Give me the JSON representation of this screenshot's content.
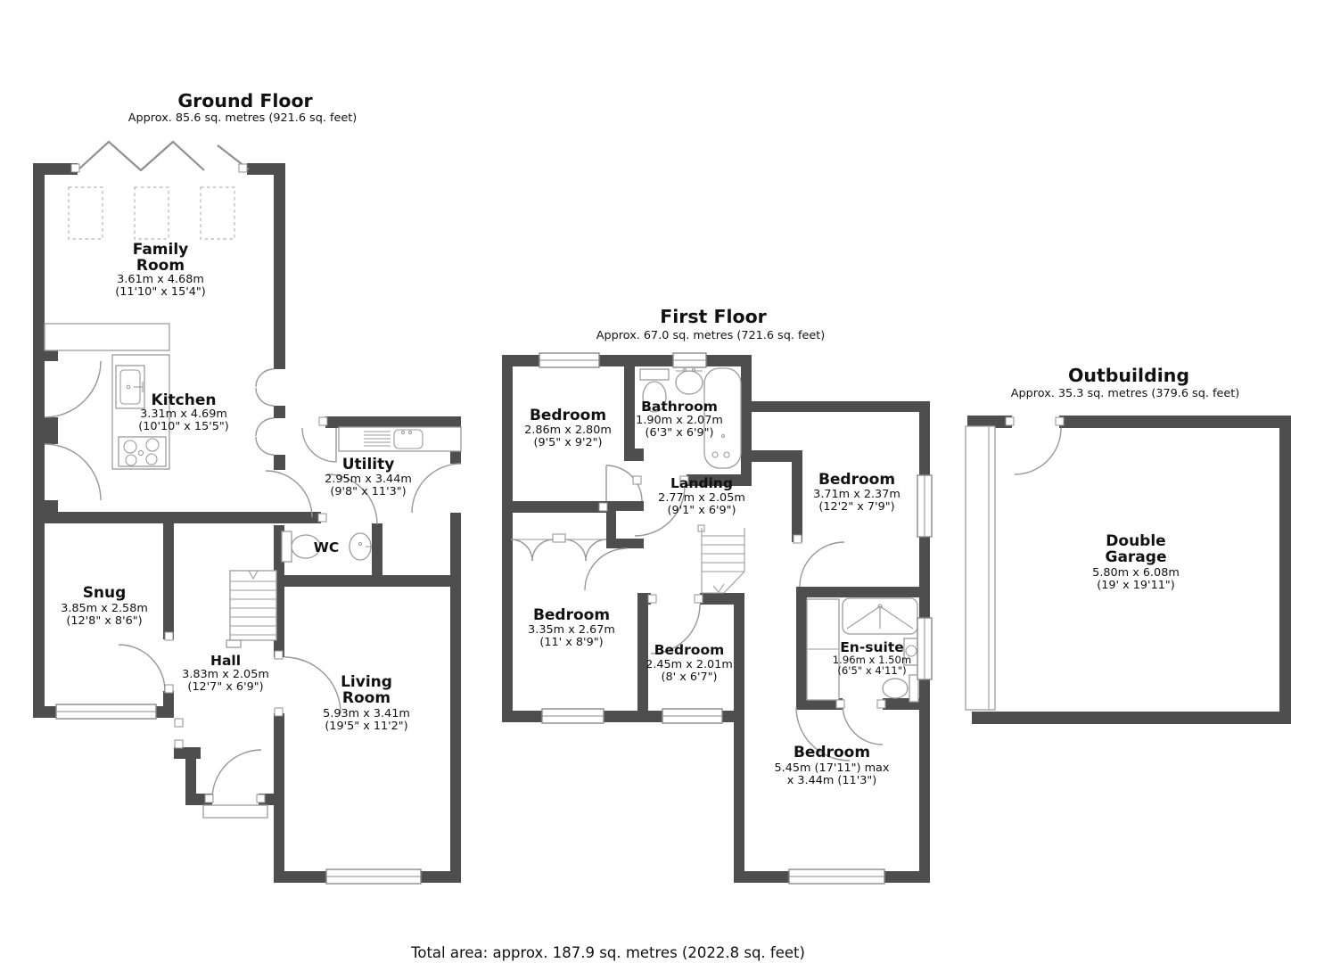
{
  "page": {
    "background": "#ffffff",
    "wall_color": "#4e4e4e",
    "total_label": "Total area: approx. 187.9 sq. metres (2022.8 sq. feet)"
  },
  "floors": [
    {
      "title": "Ground Floor",
      "subtitle": "Approx. 85.6 sq. metres (921.6 sq. feet)",
      "rooms": [
        {
          "id": "family-room",
          "name": "Family",
          "name2": "Room",
          "metric": "3.61m x 4.68m",
          "imperial": "(11'10\" x 15'4\")"
        },
        {
          "id": "kitchen",
          "name": "Kitchen",
          "metric": "3.31m x 4.69m",
          "imperial": "(10'10\" x 15'5\")"
        },
        {
          "id": "utility",
          "name": "Utility",
          "metric": "2.95m x 3.44m",
          "imperial": "(9'8\" x 11'3\")"
        },
        {
          "id": "wc",
          "name": "WC"
        },
        {
          "id": "snug",
          "name": "Snug",
          "metric": "3.85m x 2.58m",
          "imperial": "(12'8\" x 8'6\")"
        },
        {
          "id": "hall",
          "name": "Hall",
          "metric": "3.83m x 2.05m",
          "imperial": "(12'7\" x 6'9\")"
        },
        {
          "id": "living-room",
          "name": "Living",
          "name2": "Room",
          "metric": "5.93m x 3.41m",
          "imperial": "(19'5\" x 11'2\")"
        }
      ]
    },
    {
      "title": "First Floor",
      "subtitle": "Approx. 67.0 sq. metres (721.6 sq. feet)",
      "rooms": [
        {
          "id": "bedroom-1",
          "name": "Bedroom",
          "metric": "2.86m x 2.80m",
          "imperial": "(9'5\" x 9'2\")"
        },
        {
          "id": "bathroom",
          "name": "Bathroom",
          "metric": "1.90m x 2.07m",
          "imperial": "(6'3\" x 6'9\")"
        },
        {
          "id": "landing",
          "name": "Landing",
          "metric": "2.77m x 2.05m",
          "imperial": "(9'1\" x 6'9\")"
        },
        {
          "id": "bedroom-2",
          "name": "Bedroom",
          "metric": "3.71m x 2.37m",
          "imperial": "(12'2\" x 7'9\")"
        },
        {
          "id": "bedroom-3",
          "name": "Bedroom",
          "metric": "3.35m x 2.67m",
          "imperial": "(11' x 8'9\")"
        },
        {
          "id": "bedroom-4",
          "name": "Bedroom",
          "metric": "2.45m x 2.01m",
          "imperial": "(8' x 6'7\")"
        },
        {
          "id": "en-suite",
          "name": "En-suite",
          "metric": "1.96m x 1.50m",
          "imperial": "(6'5\" x 4'11\")"
        },
        {
          "id": "bedroom-5",
          "name": "Bedroom",
          "metric": "5.45m (17'11\") max",
          "imperial": "x 3.44m (11'3\")"
        }
      ]
    },
    {
      "title": "Outbuilding",
      "subtitle": "Approx. 35.3 sq. metres (379.6 sq. feet)",
      "rooms": [
        {
          "id": "double-garage",
          "name": "Double",
          "name2": "Garage",
          "metric": "5.80m x 6.08m",
          "imperial": "(19' x 19'11\")"
        }
      ]
    }
  ]
}
